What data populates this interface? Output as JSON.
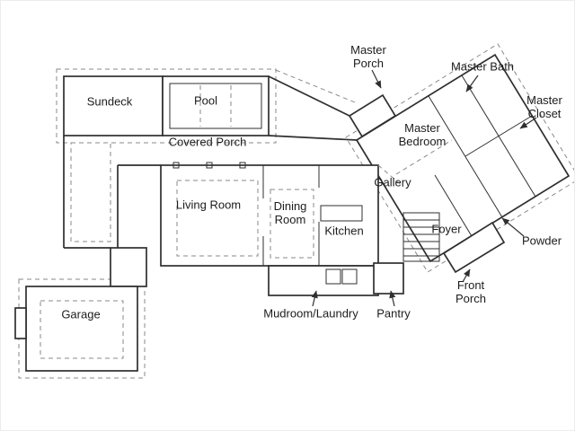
{
  "palette": {
    "ink": "#2f2f2f",
    "dash": "#8a8a8a",
    "paper": "#ffffff"
  },
  "labels": {
    "sundeck": "Sundeck",
    "pool": "Pool",
    "covered_porch": "Covered Porch",
    "living_room": "Living Room",
    "dining_room": "Dining Room",
    "kitchen": "Kitchen",
    "gallery": "Gallery",
    "master_porch": "Master Porch",
    "master_bedroom": "Master Bedroom",
    "master_bath": "Master Bath",
    "master_closet": "Master Closet",
    "foyer": "Foyer",
    "powder": "Powder",
    "front_porch": "Front Porch",
    "garage": "Garage",
    "mudroom_laundry": "Mudroom/Laundry",
    "pantry": "Pantry"
  }
}
